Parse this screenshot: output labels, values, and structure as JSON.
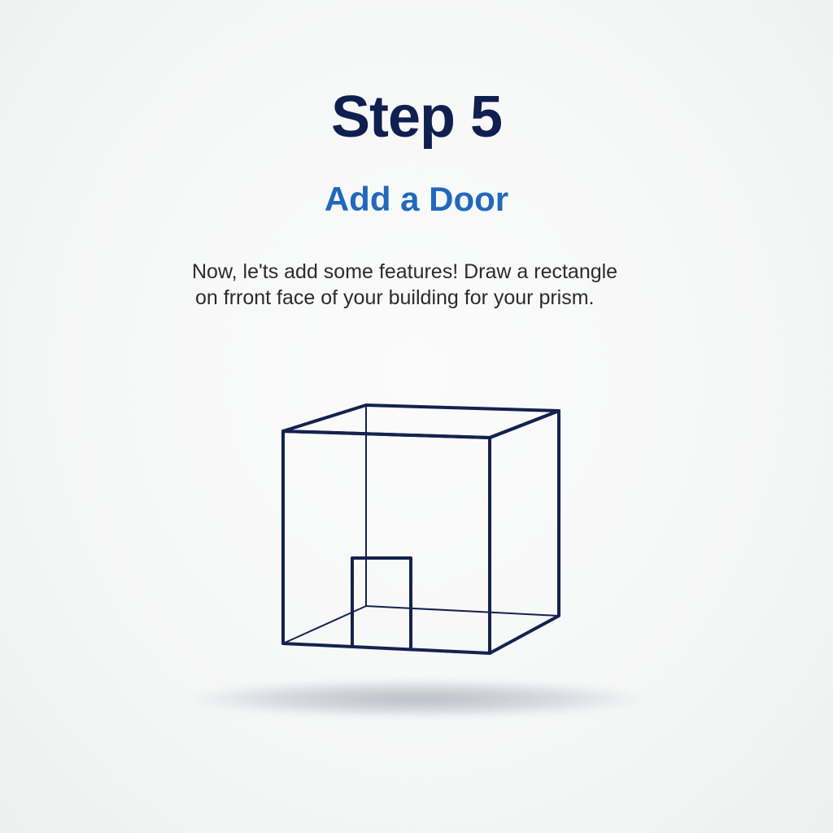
{
  "step": {
    "title": "Step 5",
    "subtitle": "Add a Door",
    "instruction_line1": "Now, le'ts add some features! Draw a rectangle",
    "instruction_line2": "on frront face of your building for your prism."
  },
  "colors": {
    "title": "#0f1f4f",
    "subtitle": "#2169bd",
    "stroke": "#14224e",
    "text": "#2b2b2b"
  }
}
